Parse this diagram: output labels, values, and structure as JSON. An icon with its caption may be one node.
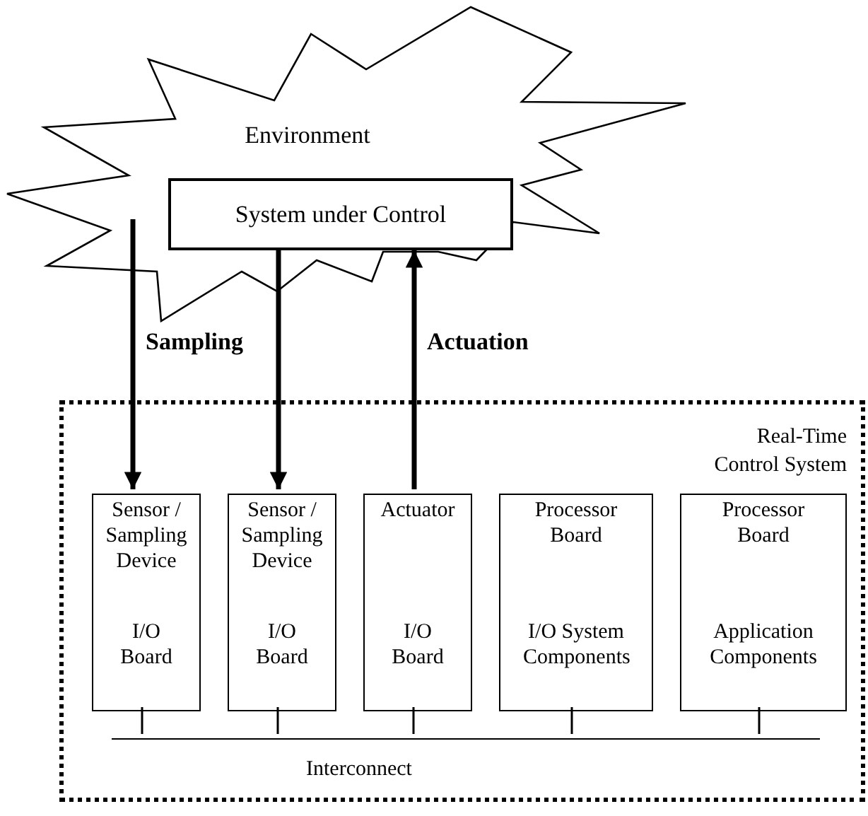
{
  "diagram": {
    "nodes": [
      {
        "text": [
          "Environment"
        ]
      },
      {
        "text": [
          "System under Control"
        ],
        "in": 0
      },
      {
        "text": [
          "Real-Time Control System"
        ]
      },
      {
        "text": [
          "Sensor / Sampling Device",
          "I/O Board"
        ],
        "in": 2
      },
      {
        "text": [
          "Sensor / Sampling Device",
          "I/O Board"
        ],
        "in": 2
      },
      {
        "text": [
          "Actuator",
          "I/O Board"
        ],
        "in": 2
      },
      {
        "text": [
          "Processor Board",
          "I/O System Components"
        ],
        "in": 2
      },
      {
        "text": [
          "Processor Board",
          "Application Components"
        ],
        "in": 2
      },
      {
        "text": [
          "Interconnect"
        ],
        "in": 2
      }
    ],
    "edges": [
      {
        "from": 0,
        "to": 3,
        "arrow": "to",
        "label": "Sampling",
        "style": "thick"
      },
      {
        "from": 1,
        "to": 4,
        "arrow": "to",
        "style": "thick"
      },
      {
        "from": 5,
        "to": 1,
        "arrow": "to",
        "label": "Actuation",
        "style": "thick"
      },
      {
        "from": 3,
        "to": 8,
        "arrow": "none"
      },
      {
        "from": 4,
        "to": 8,
        "arrow": "none"
      },
      {
        "from": 5,
        "to": 8,
        "arrow": "none"
      },
      {
        "from": 6,
        "to": 8,
        "arrow": "none"
      },
      {
        "from": 7,
        "to": 8,
        "arrow": "none"
      }
    ]
  }
}
